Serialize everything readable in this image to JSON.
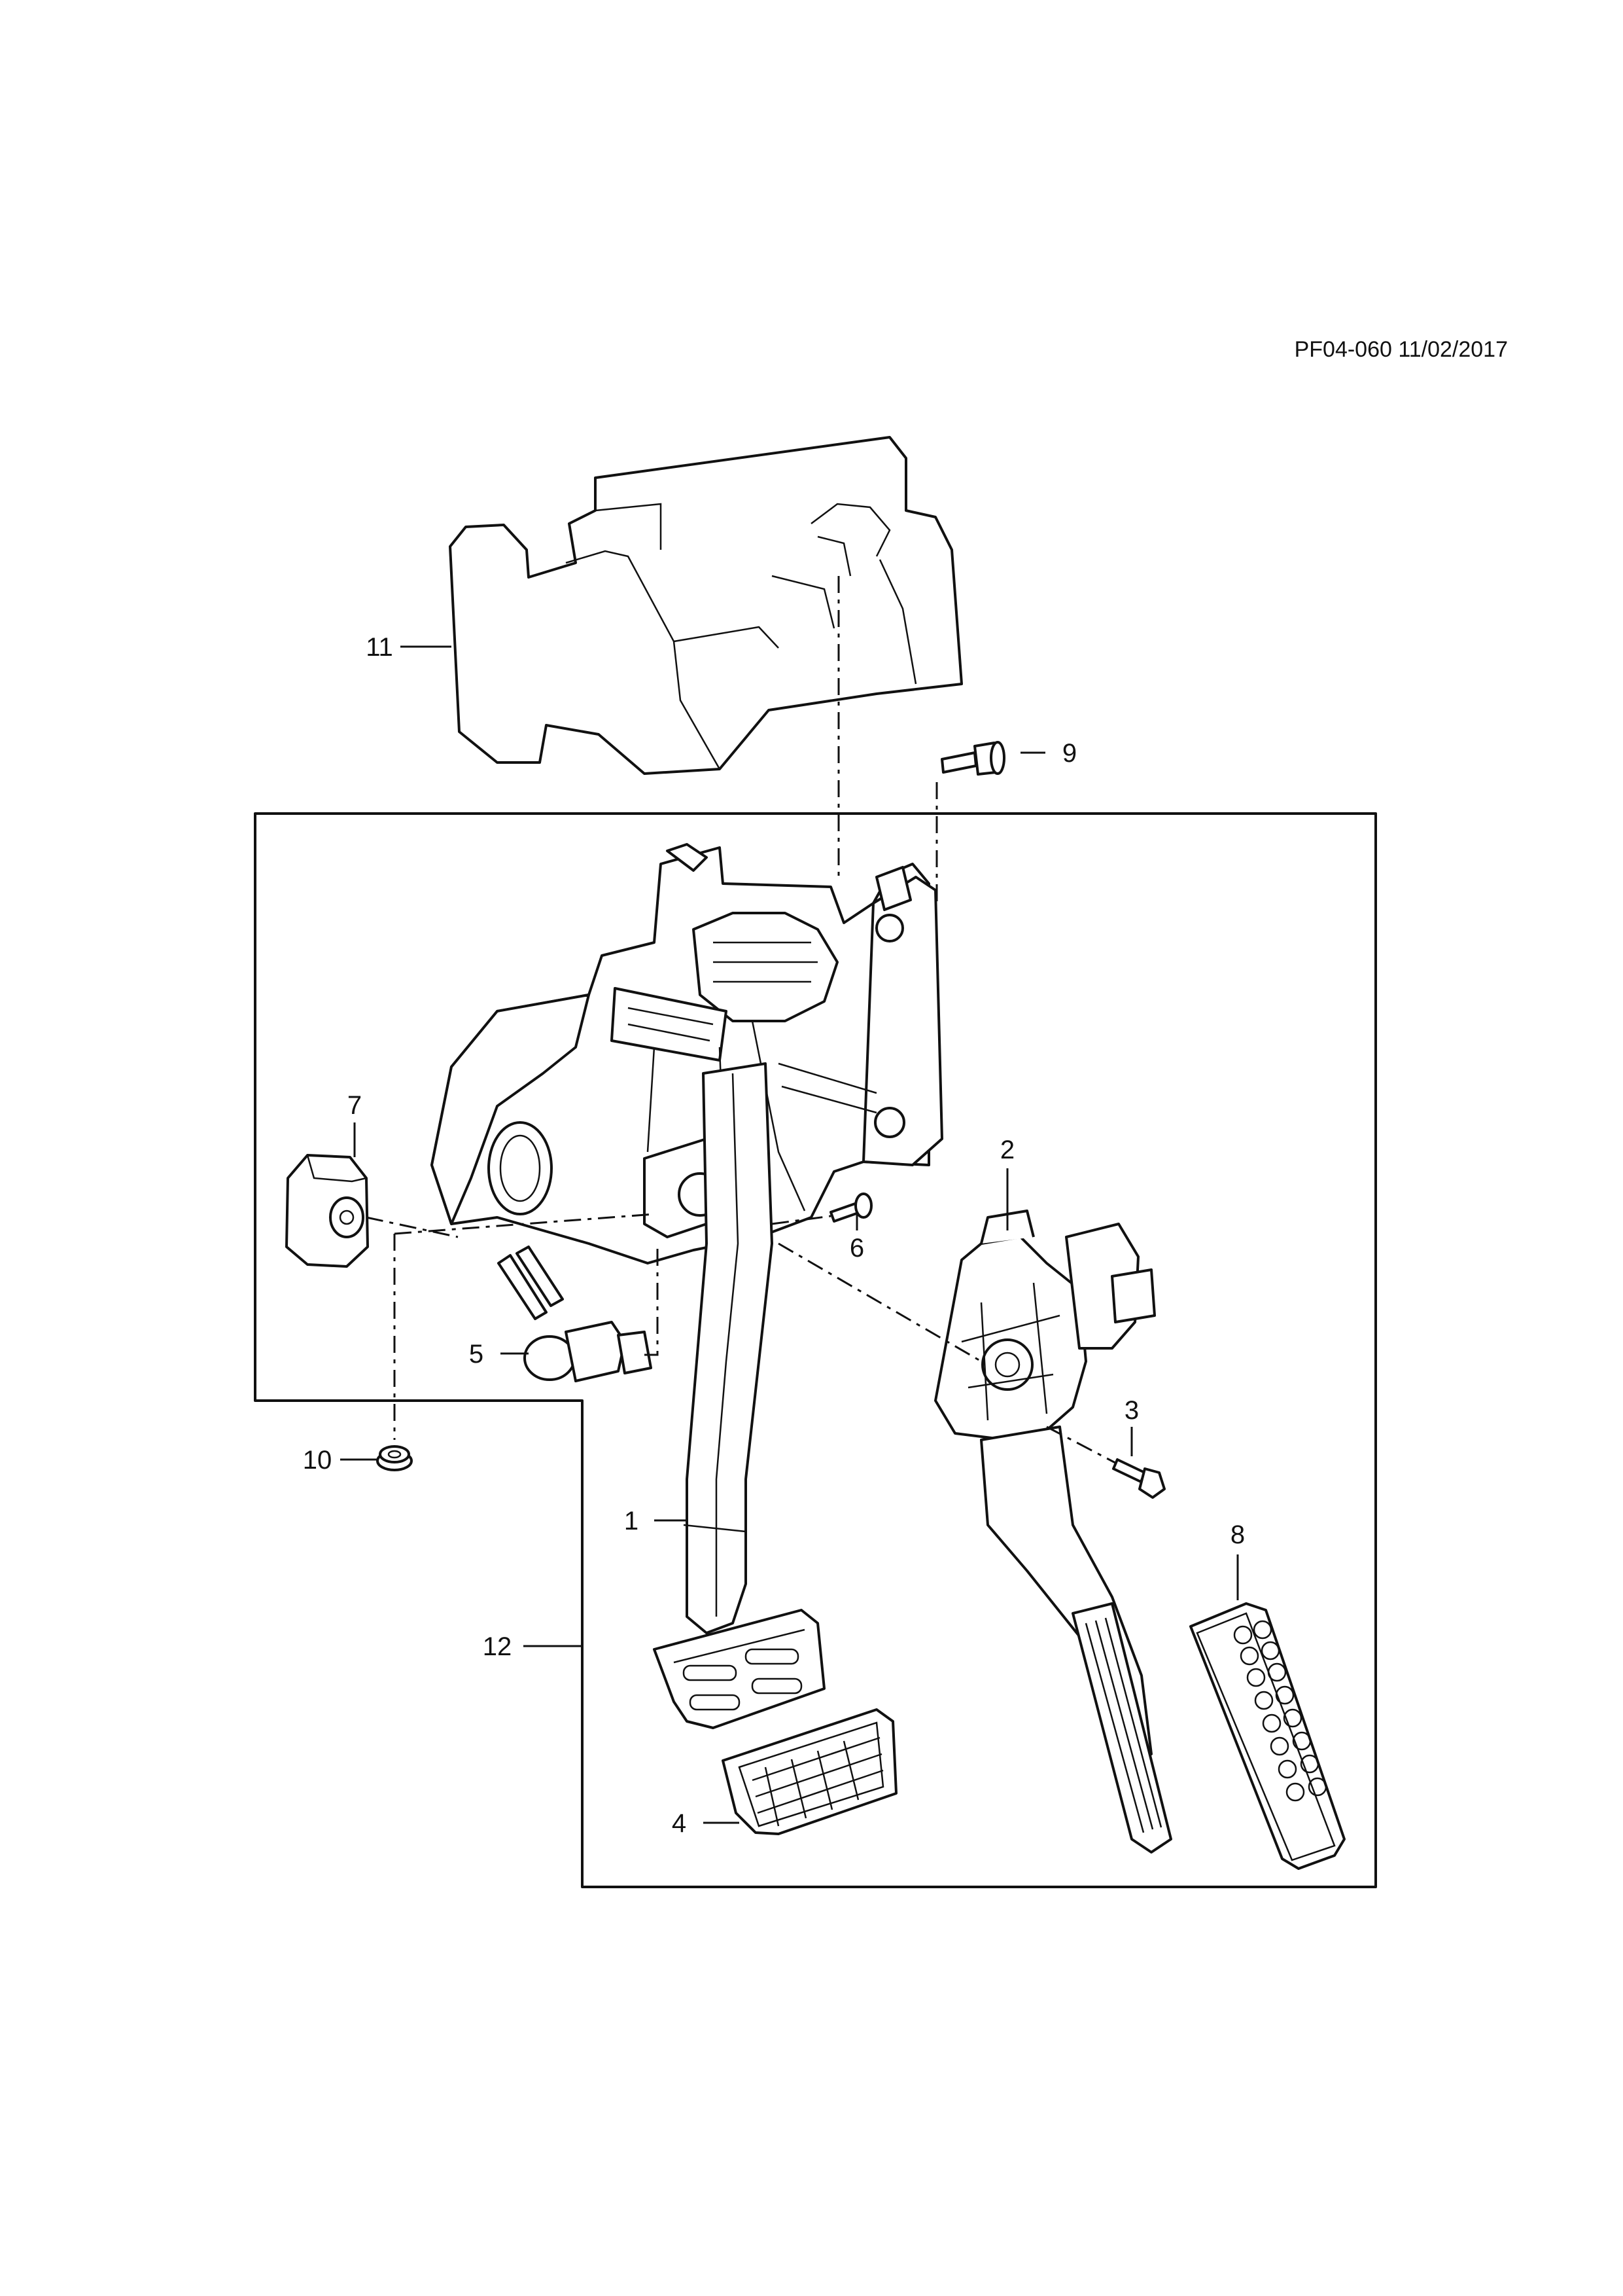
{
  "drawing_ref": "PF04-060 11/02/2017",
  "callouts": {
    "c1": "1",
    "c2": "2",
    "c3": "3",
    "c4": "4",
    "c5": "5",
    "c6": "6",
    "c7": "7",
    "c8": "8",
    "c9": "9",
    "c10": "10",
    "c11": "11",
    "c12": "12"
  }
}
